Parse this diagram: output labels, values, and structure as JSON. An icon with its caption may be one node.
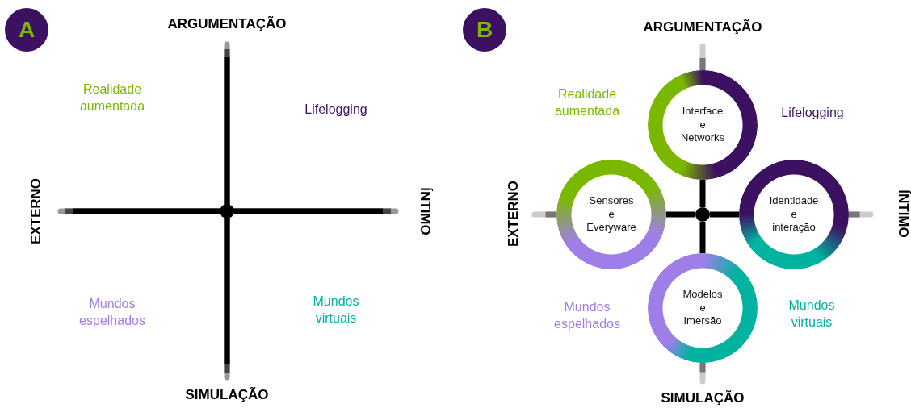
{
  "diagram": {
    "nodes": [
      {
        "text": [
          "A"
        ]
      },
      {
        "text": [
          "B"
        ]
      },
      {
        "text": [
          "Interface e Networks"
        ]
      },
      {
        "text": [
          "Sensores e Everyware"
        ]
      },
      {
        "text": [],
        "shape": "circle"
      },
      {
        "text": [
          "Identidade e interação"
        ]
      },
      {
        "text": [
          "Modelos e Imersão"
        ]
      }
    ],
    "edges": [
      {
        "from": 4,
        "to": 2,
        "arrow": "none"
      },
      {
        "from": 4,
        "to": 3,
        "arrow": "none"
      },
      {
        "from": 4,
        "to": 5,
        "arrow": "none"
      },
      {
        "from": 4,
        "to": 6,
        "arrow": "none"
      }
    ],
    "labels": [
      "ARGUMENTAÇÃO",
      "Realidade aumentada",
      "Lifelogging",
      "EXTERNO",
      "ÍNTIMO",
      "Mundos espelhados",
      "Mundos virtuais",
      "SIMULAÇÃO",
      "ARGUMENTAÇÃO",
      "Realidade aumentada",
      "Lifelogging",
      "EXTERNO",
      "ÍNTIMO",
      "Mundos espelhados",
      "Mundos virtuais",
      "SIMULAÇÃO"
    ]
  }
}
